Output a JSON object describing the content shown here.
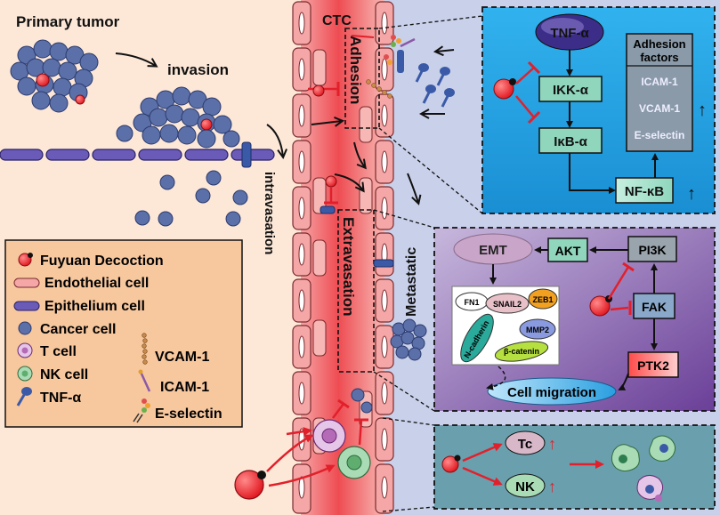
{
  "title_primary_tumor": "Primary tumor",
  "label_invasion": "invasion",
  "label_intravasation": "intravasation",
  "label_ctc": "CTC",
  "label_adhesion": "Adhesion",
  "label_extravasation": "Extravasation",
  "label_metastatic": "Metastatic",
  "legend": {
    "items": [
      {
        "icon": "fuyuan-decoction-icon",
        "label": "Fuyuan Decoction"
      },
      {
        "icon": "endothelial-cell-icon",
        "label": "Endothelial cell"
      },
      {
        "icon": "epithelium-cell-icon",
        "label": "Epithelium cell"
      },
      {
        "icon": "cancer-cell-icon",
        "label": "Cancer cell"
      },
      {
        "icon": "t-cell-icon",
        "label": "T cell"
      },
      {
        "icon": "nk-cell-icon",
        "label": "NK cell"
      },
      {
        "icon": "tnf-alpha-icon",
        "label": "TNF-α"
      },
      {
        "icon": "vcam-1-icon",
        "label": "VCAM-1"
      },
      {
        "icon": "icam-1-icon",
        "label": "ICAM-1"
      },
      {
        "icon": "e-selectin-icon",
        "label": "E-selectin"
      }
    ]
  },
  "panel_top": {
    "tnf": "TNF-α",
    "ikk": "IKK-α",
    "ikb": "IκB-α",
    "nfkb": "NF-κB",
    "adhesion_title_1": "Adhesion",
    "adhesion_title_2": "factors",
    "factors": [
      "ICAM-1",
      "VCAM-1",
      "E-selectin"
    ]
  },
  "panel_mid": {
    "emt": "EMT",
    "akt": "AKT",
    "pi3k": "PI3K",
    "fak": "FAK",
    "ptk2": "PTK2",
    "cell_migration": "Cell migration",
    "markers": [
      "FN1",
      "SNAIL2",
      "ZEB1",
      "N-cadherin",
      "MMP2",
      "β-catenin"
    ]
  },
  "panel_bottom": {
    "tc": "Tc",
    "nk": "NK"
  },
  "colors": {
    "bg_left": "#fde8d8",
    "vessel": "#ef5a5e",
    "bg_right": "#c9d0ea",
    "panel_top": "#1e9fe0",
    "panel_mid": "#7b54a6",
    "panel_bottom": "#6a9fad",
    "legend_bg": "#f7c79e",
    "inhibit": "#e2202b",
    "cancer": "#5b6fa8"
  }
}
